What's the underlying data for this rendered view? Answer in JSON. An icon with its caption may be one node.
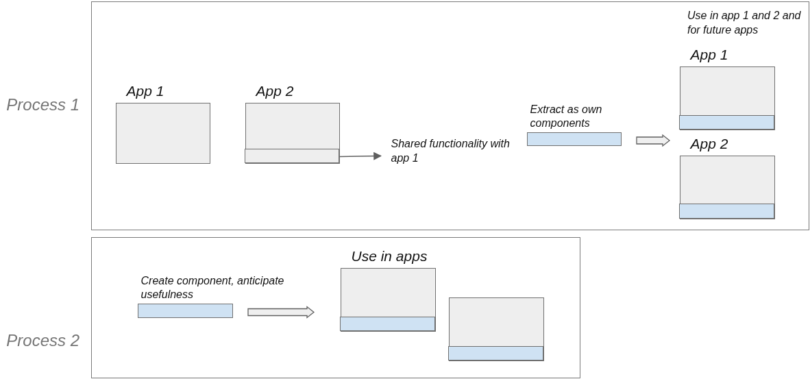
{
  "diagram": {
    "nodes": [
      {
        "text": [
          "Process 1"
        ]
      },
      {
        "text": [
          "App 1"
        ],
        "in": 0
      },
      {
        "text": [
          "App 2"
        ],
        "in": 0
      },
      {
        "text": [],
        "shape": "bar",
        "in": 2
      },
      {
        "text": [
          "Shared functionality with app 1"
        ],
        "in": 0
      },
      {
        "text": [
          "Extract as own components"
        ],
        "in": 0
      },
      {
        "text": [
          "App 1"
        ],
        "in": 0
      },
      {
        "text": [],
        "shape": "bar",
        "in": 6
      },
      {
        "text": [
          "App 2"
        ],
        "in": 0
      },
      {
        "text": [],
        "shape": "bar",
        "in": 8
      },
      {
        "text": [
          "Process 2"
        ]
      },
      {
        "text": [
          "Create component, anticipate usefulness"
        ],
        "in": 10
      },
      {
        "text": [
          "Use in apps"
        ],
        "in": 10
      },
      {
        "text": [],
        "shape": "bar",
        "in": 12
      },
      {
        "text": [],
        "shape": "box",
        "in": 10
      },
      {
        "text": [],
        "shape": "bar",
        "in": 14
      }
    ],
    "edges": [
      {
        "from": 3,
        "to": 4,
        "arrow": "to"
      },
      {
        "from": 5,
        "to": null,
        "arrow": "to",
        "style": "thick"
      },
      {
        "from": 11,
        "to": 12,
        "arrow": "to",
        "style": "thick"
      }
    ],
    "labels": [
      "Use in app 1 and 2 and for future apps"
    ]
  }
}
